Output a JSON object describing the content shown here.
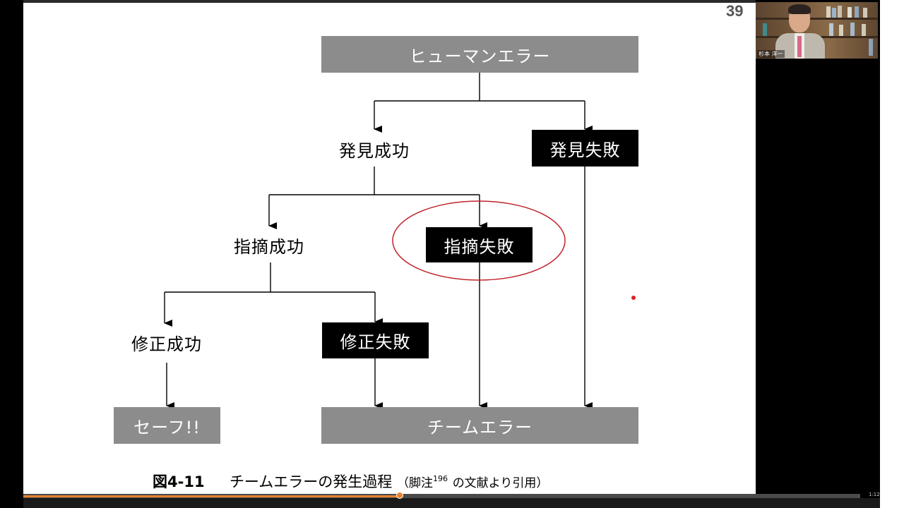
{
  "slide": {
    "page_number": "39",
    "nodes": {
      "human_error": "ヒューマンエラー",
      "detect_success": "発見成功",
      "detect_failure": "発見失敗",
      "point_success": "指摘成功",
      "point_failure": "指摘失敗",
      "correct_success": "修正成功",
      "correct_failure": "修正失敗",
      "safe": "セーフ!!",
      "team_error": "チームエラー"
    },
    "caption": {
      "figure_id": "図4-11",
      "title": "チームエラーの発生過程",
      "note_prefix": "（脚注",
      "note_ref": "196",
      "note_suffix": "の文献より引用）"
    }
  },
  "video": {
    "participant_name": "杉本 洋一"
  },
  "player": {
    "time_label": "1:12",
    "progress_percent": 45,
    "accent_color": "#e8832c"
  },
  "colors": {
    "gray_box": "#8c8c8c",
    "black_box": "#000000",
    "highlight_circle": "#c0232b"
  }
}
